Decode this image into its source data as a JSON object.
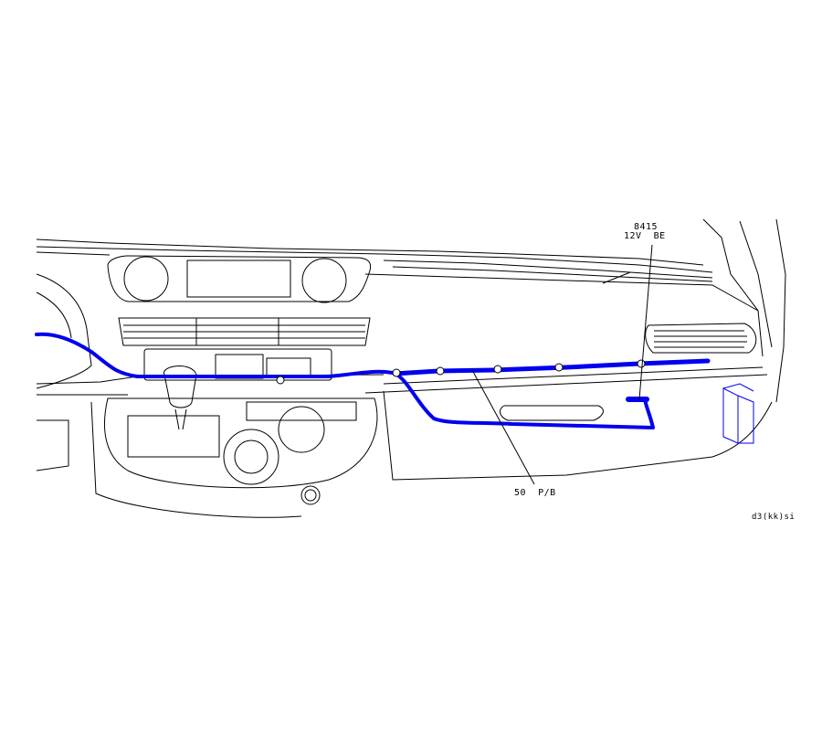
{
  "diagram": {
    "labels": {
      "connector_code": "8415",
      "connector_spec": "12V  BE",
      "harness_label": "50  P/B",
      "drawing_ref": "d3(kk)si"
    },
    "colors": {
      "line": "#000000",
      "harness": "#0000ee",
      "background": "#ffffff"
    }
  }
}
